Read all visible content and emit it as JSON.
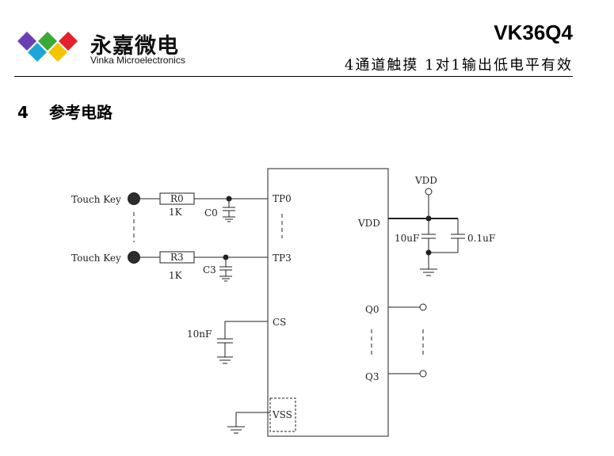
{
  "header": {
    "logo_cn": "永嘉微电",
    "logo_en": "Vinka Microelectronics",
    "part_number": "VK36Q4",
    "subtitle": "4通道触摸 1对1输出低电平有效"
  },
  "section": {
    "number": "4",
    "title": "参考电路"
  },
  "colors": {
    "logo_purple": "#6a3fb5",
    "logo_green": "#3aaa35",
    "logo_red": "#e5202a",
    "logo_cyan": "#1aa6d9",
    "logo_yellow": "#f5c400"
  },
  "circuit": {
    "touch_key_top": "Touch Key",
    "touch_key_bottom": "Touch Key",
    "r0": "R0",
    "r0_value": "1K",
    "r3": "R3",
    "r3_value": "1K",
    "c0": "C0",
    "c3": "C3",
    "cs_cap": "10nF",
    "vdd_top": "VDD",
    "cap_10uf": "10uF",
    "cap_01uf": "0.1uF",
    "pins": {
      "tp0": "TP0",
      "tp3": "TP3",
      "cs": "CS",
      "vss": "VSS",
      "vdd": "VDD",
      "q0": "Q0",
      "q3": "Q3"
    }
  }
}
